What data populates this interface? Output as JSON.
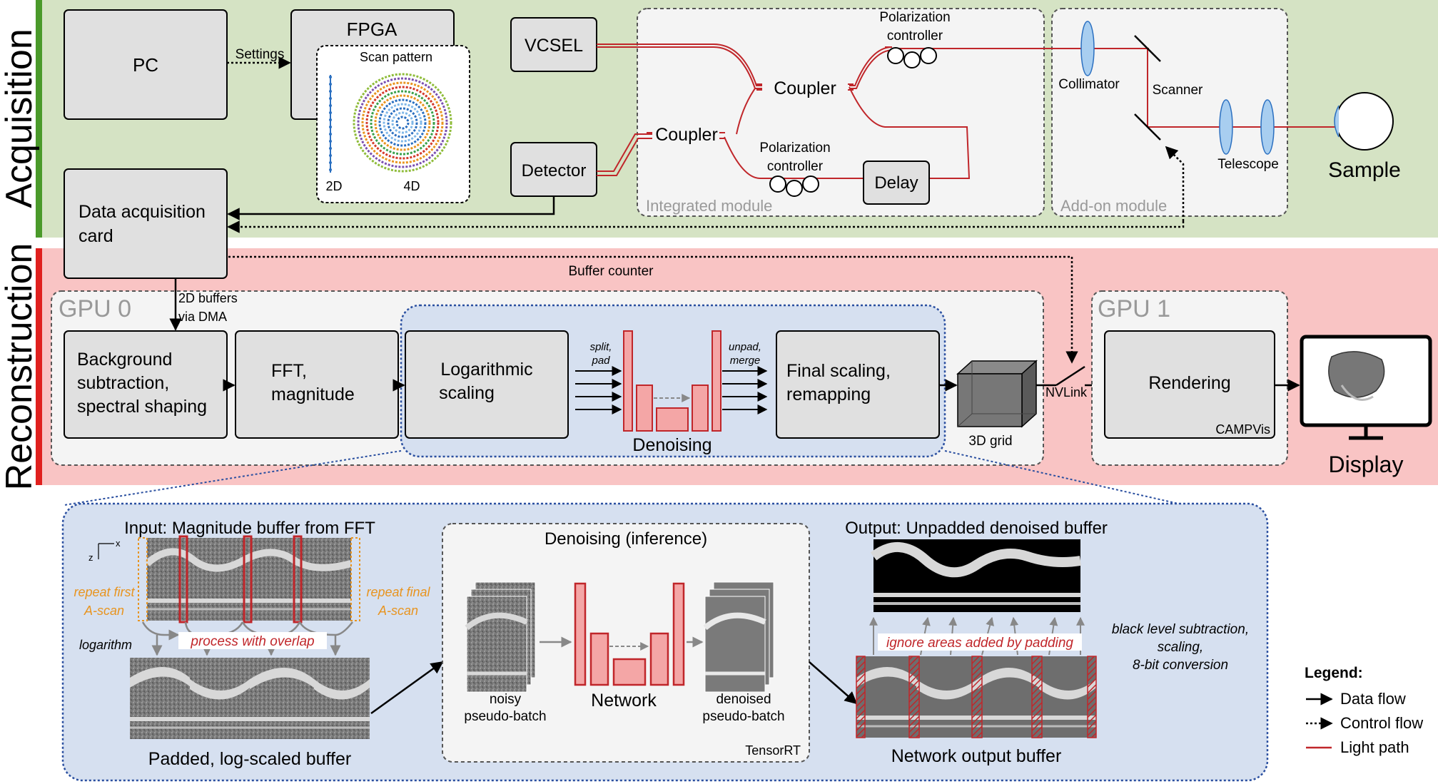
{
  "sections": {
    "acquisition": "Acquisition",
    "reconstruction": "Reconstruction"
  },
  "acq": {
    "pc": "PC",
    "settings": "Settings",
    "fpga": "FPGA",
    "scan_pattern": "Scan pattern",
    "scan_2d": "2D",
    "scan_4d": "4D",
    "daq_line1": "Data acquisition",
    "daq_line2": "card",
    "vcsel": "VCSEL",
    "detector": "Detector",
    "coupler_top": "Coupler",
    "coupler_bottom": "Coupler",
    "pol_top_1": "Polarization",
    "pol_top_2": "controller",
    "pol_bot_1": "Polarization",
    "pol_bot_2": "controller",
    "delay": "Delay",
    "integrated_module": "Integrated module",
    "addon_module": "Add-on module",
    "collimator": "Collimator",
    "scanner": "Scanner",
    "telescope": "Telescope",
    "sample": "Sample"
  },
  "recon": {
    "buffer_counter": "Buffer counter",
    "buffers_line1": "2D buffers",
    "buffers_line2": "via DMA",
    "gpu0": "GPU 0",
    "gpu1": "GPU 1",
    "bg_line1": "Background",
    "bg_line2": "subtraction,",
    "bg_line3": "spectral shaping",
    "fft_line1": "FFT,",
    "fft_line2": "magnitude",
    "log_line1": "Logarithmic",
    "log_line2": "scaling",
    "split_1": "split,",
    "split_2": "pad",
    "unpad_1": "unpad,",
    "unpad_2": "merge",
    "denoising": "Denoising",
    "final_line1": "Final scaling,",
    "final_line2": "remapping",
    "grid_3d": "3D grid",
    "nvlink": "NVLink",
    "rendering": "Rendering",
    "campvis": "CAMPVis",
    "display": "Display"
  },
  "detail": {
    "input_title": "Input: Magnitude buffer from FFT",
    "axis_z": "z",
    "axis_x": "x",
    "repeat_first_1": "repeat first",
    "repeat_first_2": "A-scan",
    "repeat_final_1": "repeat final",
    "repeat_final_2": "A-scan",
    "logarithm": "logarithm",
    "process_overlap": "process with overlap",
    "padded_buffer": "Padded, log-scaled buffer",
    "inference_title": "Denoising (inference)",
    "noisy_1": "noisy",
    "noisy_2": "pseudo-batch",
    "network": "Network",
    "denoised_1": "denoised",
    "denoised_2": "pseudo-batch",
    "tensorrt": "TensorRT",
    "output_title": "Output: Unpadded denoised buffer",
    "ignore_areas": "ignore areas added by padding",
    "network_output": "Network output buffer",
    "black_1": "black level subtraction,",
    "black_2": "scaling,",
    "black_3": "8-bit conversion"
  },
  "legend": {
    "title": "Legend:",
    "data_flow": "Data flow",
    "control_flow": "Control flow",
    "light_path": "Light path"
  },
  "colors": {
    "acq_bg": "#d5e3c4",
    "recon_bg": "#f9c4c4",
    "detail_bg": "#d6e0f0",
    "light": "#c0262a",
    "network": "#f4a6a6",
    "acq_bar": "#4a9a2a",
    "recon_bar": "#e0201e",
    "orange": "#e8941f"
  }
}
